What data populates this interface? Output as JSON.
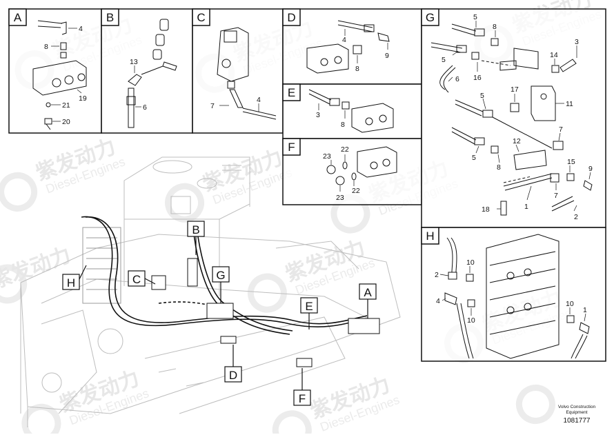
{
  "panels": {
    "A": {
      "letter": "A",
      "callouts": [
        "4",
        "8",
        "19",
        "21",
        "20"
      ]
    },
    "B": {
      "letter": "B",
      "callouts": [
        "13",
        "6"
      ]
    },
    "C": {
      "letter": "C",
      "callouts": [
        "7",
        "4"
      ]
    },
    "D": {
      "letter": "D",
      "callouts": [
        "4",
        "9",
        "8"
      ]
    },
    "E": {
      "letter": "E",
      "callouts": [
        "3",
        "8"
      ]
    },
    "F": {
      "letter": "F",
      "callouts": [
        "23",
        "22",
        "23",
        "22"
      ]
    },
    "G": {
      "letter": "G",
      "callouts": [
        "5",
        "8",
        "3",
        "5",
        "14",
        "16",
        "6",
        "17",
        "5",
        "11",
        "7",
        "12",
        "5",
        "8",
        "15",
        "9",
        "7",
        "18",
        "1",
        "2"
      ]
    },
    "H": {
      "letter": "H",
      "callouts": [
        "10",
        "2",
        "4",
        "10",
        "10",
        "1"
      ]
    }
  },
  "main_callouts": [
    "B",
    "G",
    "C",
    "H",
    "E",
    "A",
    "D",
    "F"
  ],
  "watermark": {
    "cn": "紫发动力",
    "en": "Diesel-Engines"
  },
  "footer": {
    "line1": "Volvo Construction",
    "line2": "Equipment",
    "doc_id": "1081777"
  },
  "colors": {
    "line": "#111111",
    "watermark": "#e7e7e7",
    "background": "#ffffff"
  }
}
